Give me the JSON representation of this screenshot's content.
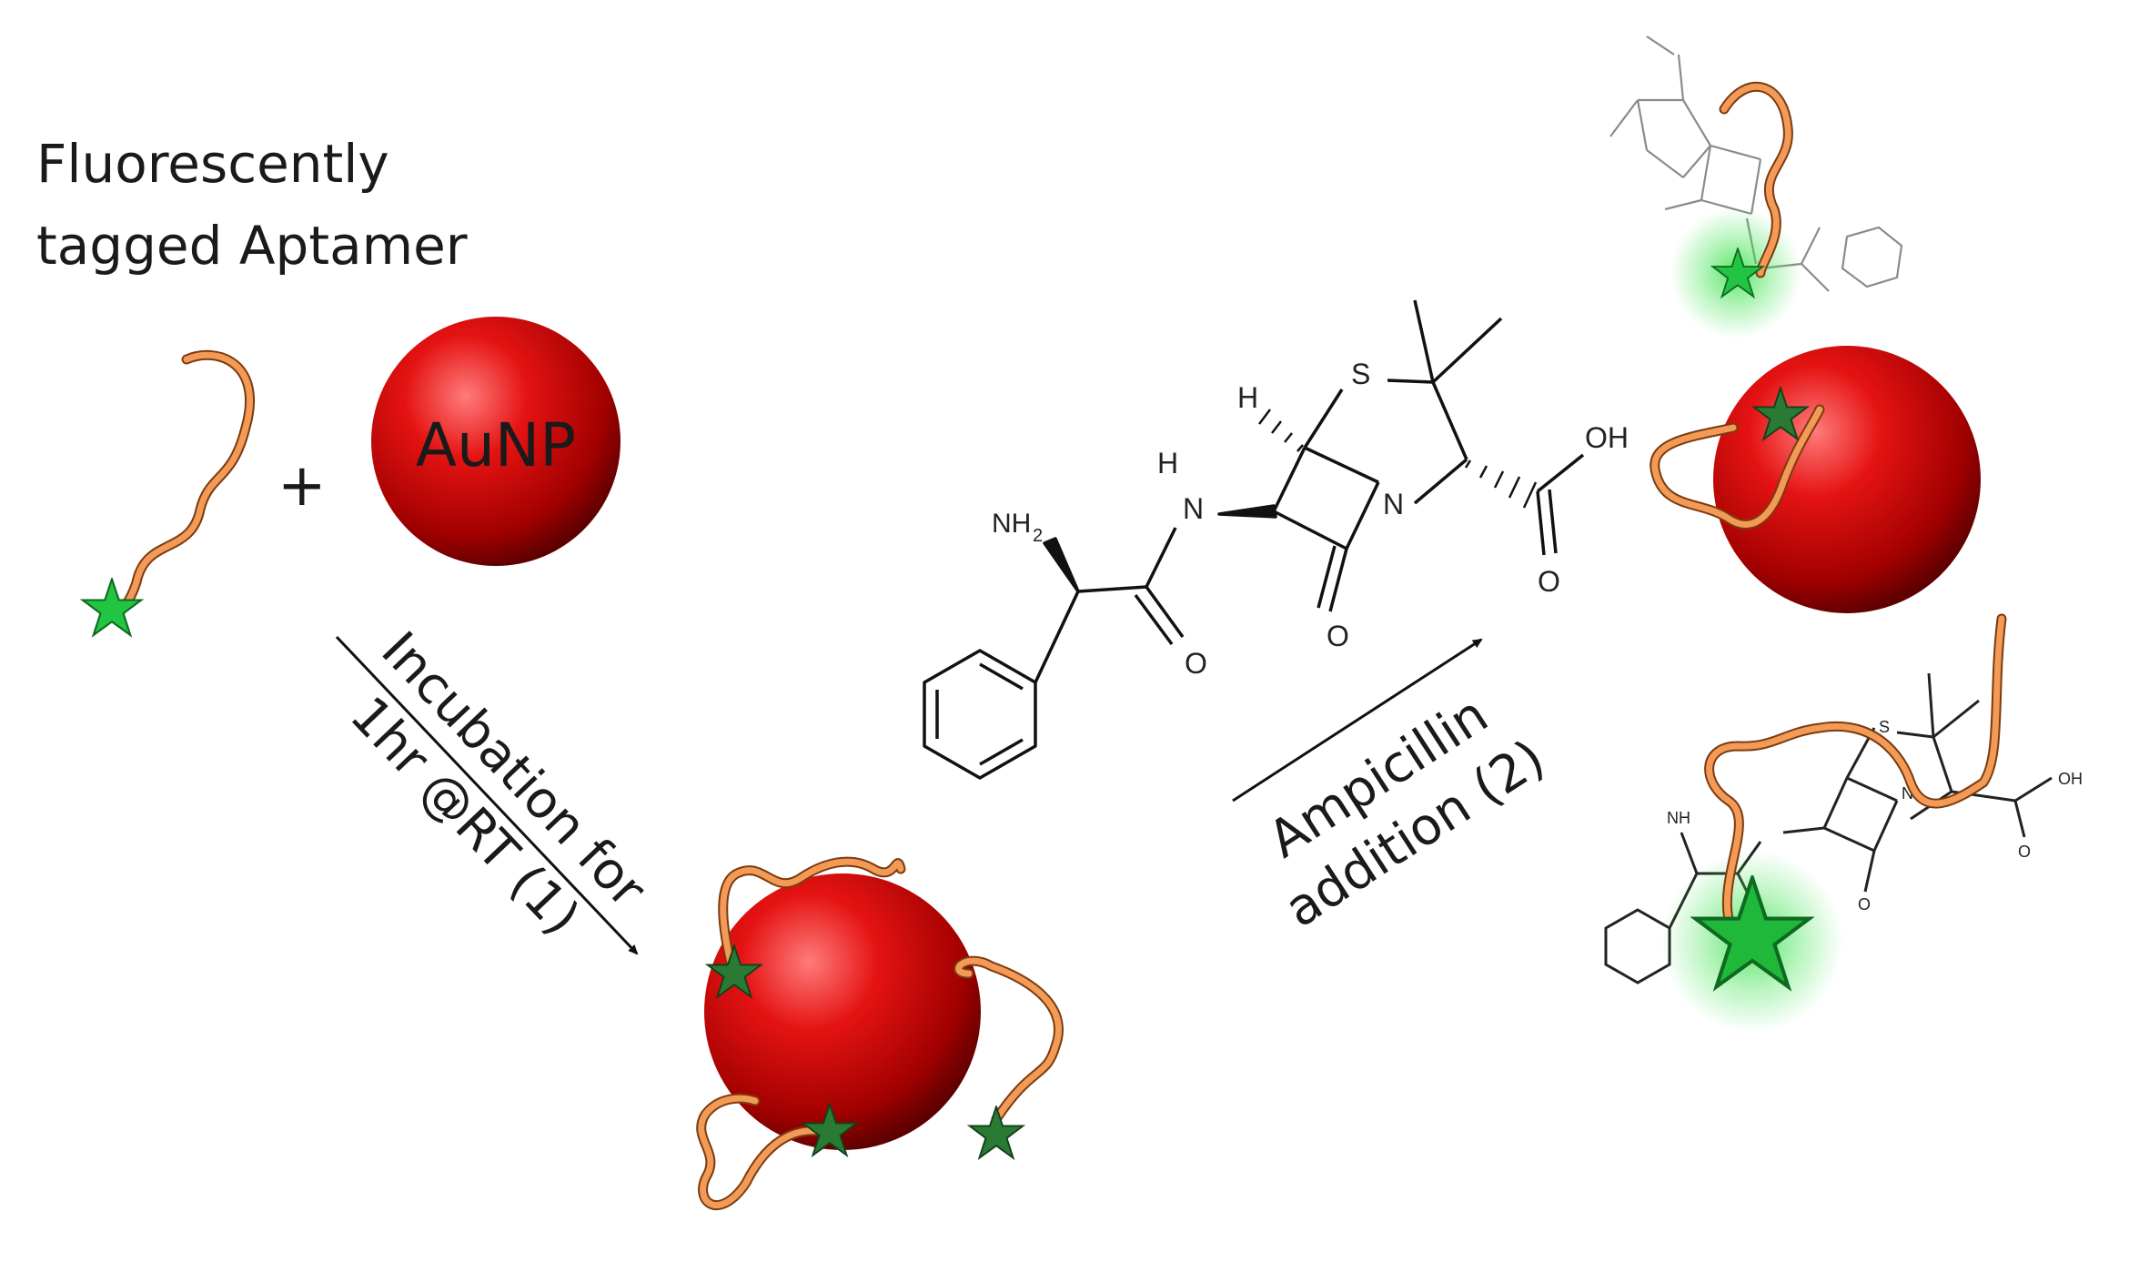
{
  "title_lines": [
    "Fluorescently",
    "tagged Aptamer"
  ],
  "plus": "+",
  "aunp_label": "AuNP",
  "step1_lines": [
    "Incubation for",
    "1hr @RT (1)"
  ],
  "step2_lines": [
    "Ampicillin",
    "addition (2)"
  ],
  "atoms": {
    "nh2": "NH",
    "nh2_sub": "2",
    "nh_h": "H",
    "n": "N",
    "h": "H",
    "s": "S",
    "n_ring": "N",
    "o_amide": "O",
    "o_lactam": "O",
    "o_acid": "O",
    "oh": "OH"
  },
  "colors": {
    "aptamer": "#f39a56",
    "star": "#22c443",
    "star_dark": "#1f6b2a",
    "nanoparticle": "#e01010",
    "glow": "#39e04b"
  }
}
